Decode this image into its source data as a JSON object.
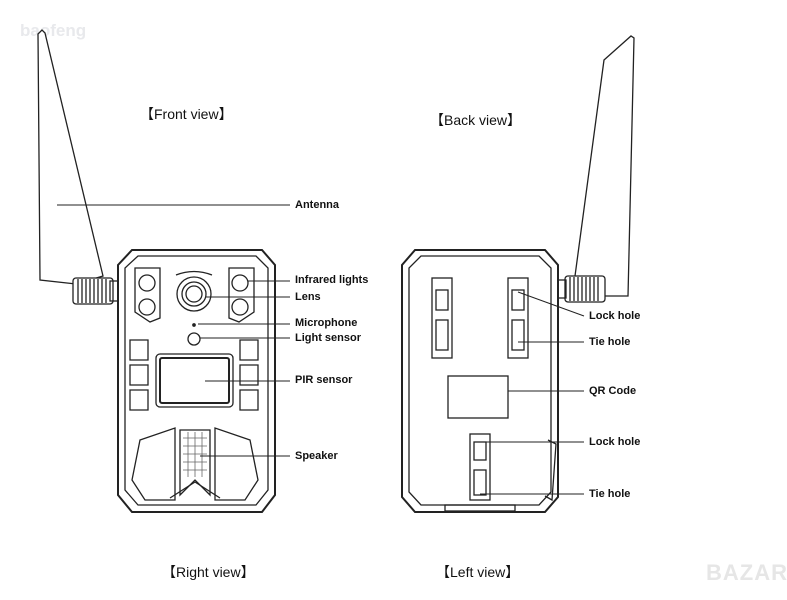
{
  "watermark": "baofeng",
  "logo": "BAZAR",
  "titles": {
    "front": "【Front view】",
    "back": "【Back view】",
    "right": "【Right view】",
    "left": "【Left view】"
  },
  "front_labels": {
    "antenna": "Antenna",
    "infrared": "Infrared lights",
    "lens": "Lens",
    "microphone": "Microphone",
    "light_sensor": "Light sensor",
    "pir": "PIR sensor",
    "speaker": "Speaker"
  },
  "back_labels": {
    "lock_hole_1": "Lock hole",
    "tie_hole_1": "Tie hole",
    "qr": "QR Code",
    "lock_hole_2": "Lock hole",
    "tie_hole_2": "Tie hole"
  }
}
